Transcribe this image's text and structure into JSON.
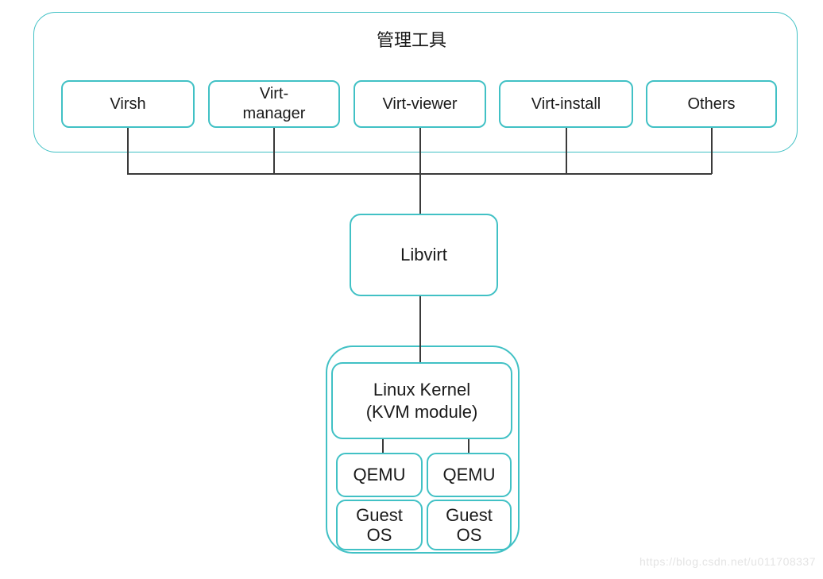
{
  "diagram": {
    "title": "管理工具",
    "management_tools": [
      {
        "label": "Virsh"
      },
      {
        "label": "Virt-\nmanager"
      },
      {
        "label": "Virt-viewer"
      },
      {
        "label": "Virt-install"
      },
      {
        "label": "Others"
      }
    ],
    "libvirt": {
      "label": "Libvirt"
    },
    "kernel_group": {
      "kernel_label": "Linux Kernel\n(KVM module)",
      "qemu_nodes": [
        {
          "label": "QEMU"
        },
        {
          "label": "QEMU"
        }
      ],
      "guest_nodes": [
        {
          "label": "Guest\nOS"
        },
        {
          "label": "Guest\nOS"
        }
      ]
    },
    "watermark": "https://blog.csdn.net/u011708337",
    "colors": {
      "accent": "#41c1c5",
      "line": "#3a3a3a",
      "text": "#1a1a1a",
      "watermark": "#e4e4e4"
    }
  }
}
